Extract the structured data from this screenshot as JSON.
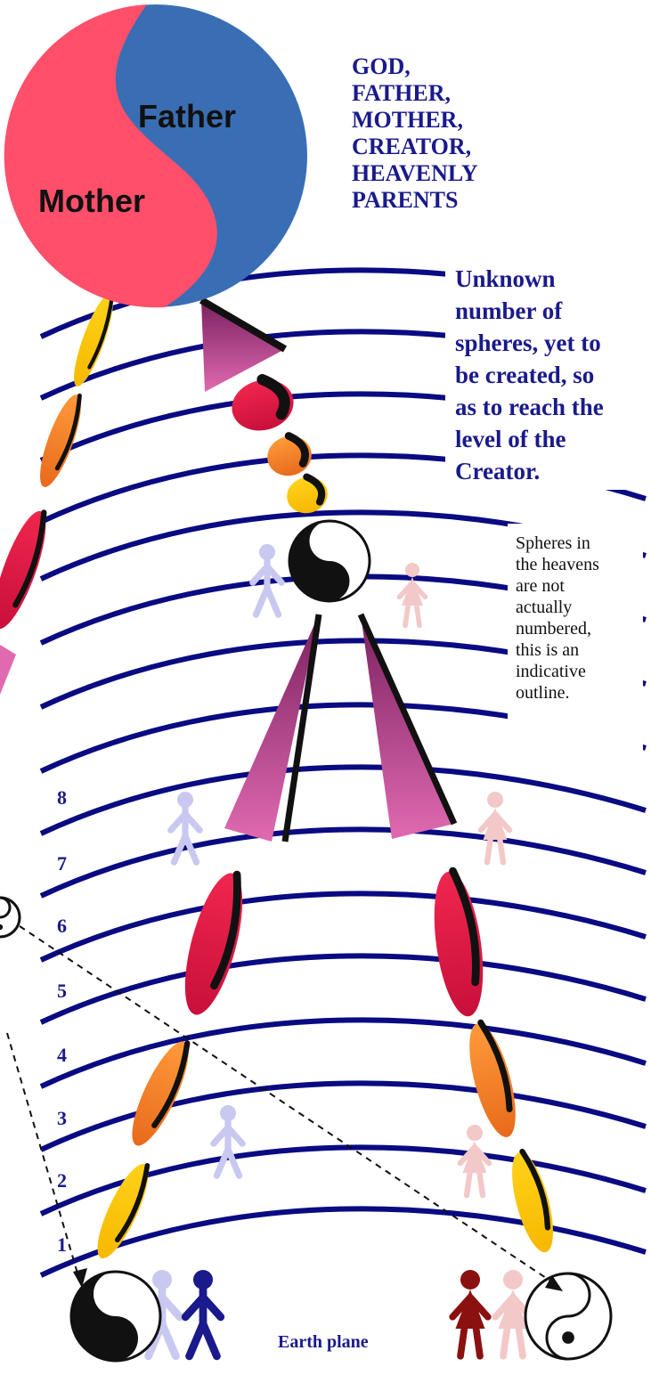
{
  "tao": {
    "father_label": "Father",
    "mother_label": "Mother"
  },
  "title_lines": [
    "GOD,",
    "FATHER,",
    "MOTHER,",
    "CREATOR,",
    "HEAVENLY",
    "PARENTS"
  ],
  "unknown_spheres_lines": [
    "Unknown",
    "number of",
    "spheres, yet to",
    "be created, so",
    "as to reach the",
    "level of the",
    "Creator."
  ],
  "note_lines": [
    "Spheres in",
    "the heavens",
    "are not",
    "actually",
    "numbered,",
    "this is an",
    "indicative",
    "outline."
  ],
  "earth_label": "Earth plane",
  "sphere_numbers": [
    "8",
    "7",
    "6",
    "5",
    "4",
    "3",
    "2",
    "1"
  ],
  "colors": {
    "heading": "#1a1a8c",
    "sphere_line": "#0a0a82",
    "father": "#3a6eb4",
    "mother": "#ff4f6a",
    "male_figure_light": "#c8c8f0",
    "male_figure_dark": "#1a1a8c",
    "female_figure_light": "#f2c8c8",
    "female_figure_dark": "#8b1010"
  }
}
